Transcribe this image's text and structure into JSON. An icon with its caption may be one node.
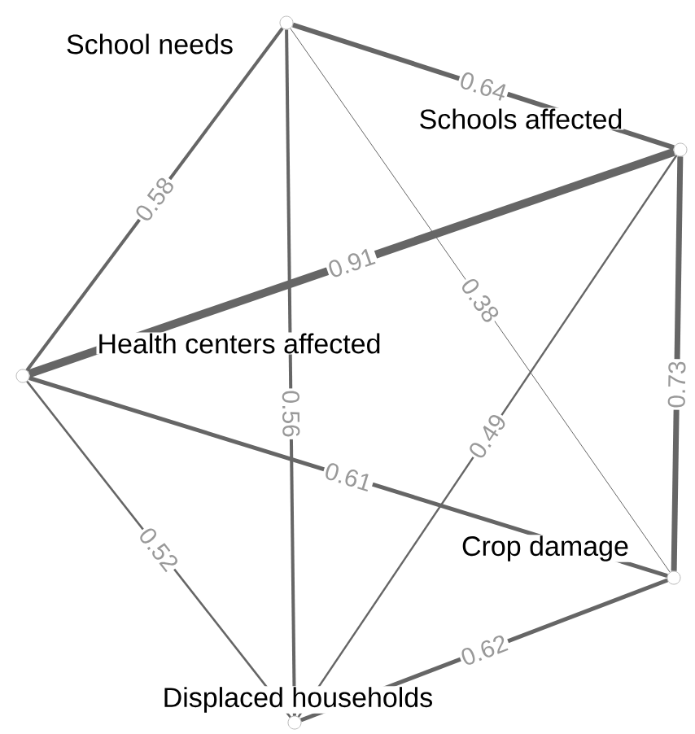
{
  "diagram": {
    "nodes": [
      {
        "text": [],
        "shape": "circle",
        "beside": [
          "School needs"
        ]
      },
      {
        "text": [],
        "shape": "circle",
        "beside": [
          "Schools affected"
        ]
      },
      {
        "text": [],
        "shape": "circle",
        "beside": [
          "Health centers affected"
        ]
      },
      {
        "text": [],
        "shape": "circle",
        "beside": [
          "Crop damage"
        ]
      },
      {
        "text": [],
        "shape": "circle",
        "beside": [
          "Displaced households"
        ]
      }
    ],
    "edges": [
      {
        "from": 0,
        "to": 2,
        "arrow": "none",
        "label": "0.58"
      },
      {
        "from": 0,
        "to": 1,
        "arrow": "none",
        "label": "0.64"
      },
      {
        "from": 0,
        "to": 3,
        "arrow": "none",
        "label": "0.38"
      },
      {
        "from": 0,
        "to": 4,
        "arrow": "none",
        "label": "0.56"
      },
      {
        "from": 1,
        "to": 2,
        "arrow": "none",
        "label": "0.91",
        "style": "thick"
      },
      {
        "from": 1,
        "to": 3,
        "arrow": "none",
        "label": "0.73"
      },
      {
        "from": 1,
        "to": 4,
        "arrow": "none",
        "label": "0.49"
      },
      {
        "from": 2,
        "to": 3,
        "arrow": "none",
        "label": "0.61"
      },
      {
        "from": 2,
        "to": 4,
        "arrow": "none",
        "label": "0.52"
      },
      {
        "from": 3,
        "to": 4,
        "arrow": "none",
        "label": "0.62"
      }
    ]
  }
}
